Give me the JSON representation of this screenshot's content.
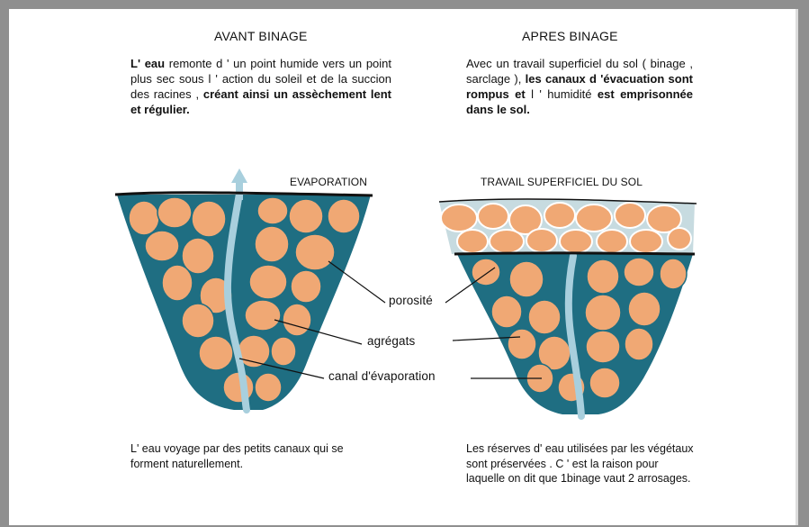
{
  "left": {
    "heading": "AVANT BINAGE",
    "intro_bold_1": "L' eau",
    "intro_text_1": " remonte d ' un point humide vers un point plus sec sous l ' action du soleil et de la succion des racines ,",
    "intro_bold_2": " créant ainsi un assèchement lent et régulier.",
    "surface_label": "EVAPORATION",
    "caption": "L' eau voyage par des petits canaux qui se forment naturellement."
  },
  "right": {
    "heading": "APRES BINAGE",
    "intro_text_1": "Avec un travail superficiel du sol ( binage , sarclage ),",
    "intro_bold_1": " les canaux d 'évacuation sont rompus et",
    "intro_text_2": " l ' humidité",
    "intro_bold_2": " est emprisonnée dans le sol.",
    "surface_label": "TRAVAIL SUPERFICIEL DU SOL",
    "caption": "Les réserves d' eau utilisées par les végétaux sont préservées . C ' est la raison pour laquelle on dit que 1binage vaut 2 arrosages."
  },
  "labels": {
    "porosity": "porosité",
    "aggregates": "agrégats",
    "channel": "canal d'évaporation"
  },
  "colors": {
    "soil": "#1f6e82",
    "aggregate": "#f0a874",
    "channel": "#a8cfdd",
    "surface_line": "#111111"
  }
}
